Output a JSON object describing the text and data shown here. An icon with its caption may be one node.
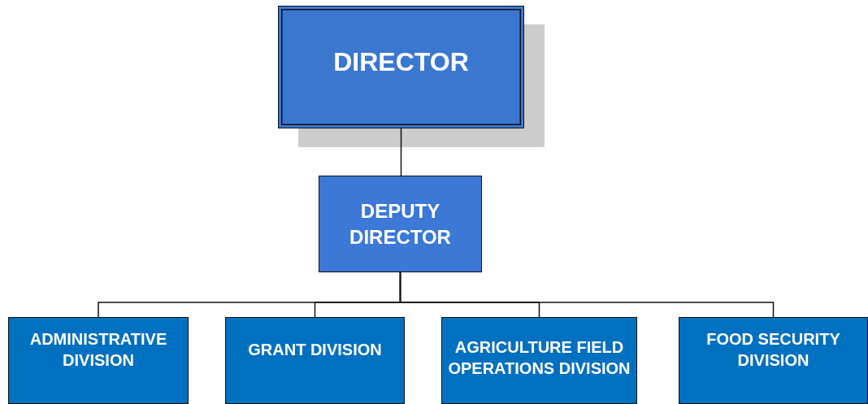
{
  "diagram": {
    "nodes": [
      {
        "text": [
          "DIRECTOR"
        ]
      },
      {
        "text": [
          "DEPUTY DIRECTOR"
        ]
      },
      {
        "text": [
          "ADMINISTRATIVE DIVISION"
        ]
      },
      {
        "text": [
          "GRANT DIVISION"
        ]
      },
      {
        "text": [
          "AGRICULTURE FIELD OPERATIONS DIVISION"
        ]
      },
      {
        "text": [
          "FOOD SECURITY DIVISION"
        ]
      }
    ],
    "edges": [
      {
        "from": 0,
        "to": 1,
        "arrow": "none"
      },
      {
        "from": 1,
        "to": 2,
        "arrow": "none"
      },
      {
        "from": 1,
        "to": 3,
        "arrow": "none"
      },
      {
        "from": 1,
        "to": 4,
        "arrow": "none"
      },
      {
        "from": 1,
        "to": 5,
        "arrow": "none"
      }
    ]
  }
}
